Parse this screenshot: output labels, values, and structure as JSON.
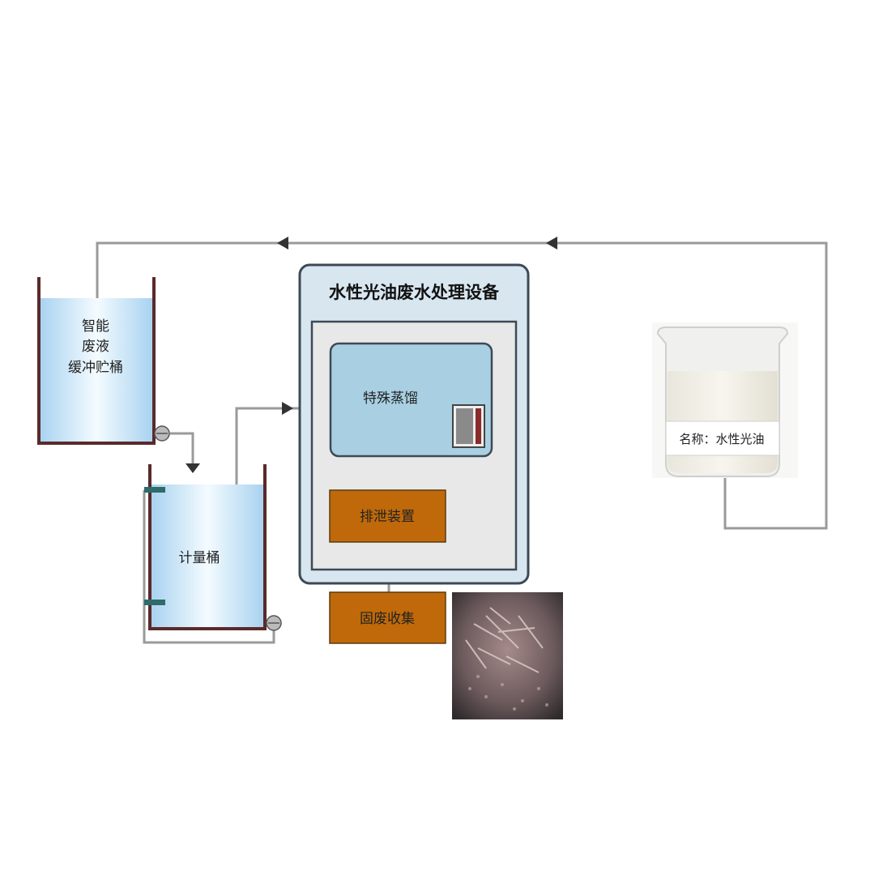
{
  "equipment": {
    "title": "水性光油废水处理设备",
    "distillation_label": "特殊蒸馏",
    "drain_label": "排泄装置"
  },
  "tanks": {
    "buffer": {
      "line1": "智能",
      "line2": "废液",
      "line3": "缓冲贮桶"
    },
    "metering": {
      "label": "计量桶"
    }
  },
  "solid_waste": {
    "label": "固废收集"
  },
  "sample": {
    "label": "名称：水性光油"
  },
  "colors": {
    "tank_wall": "#5a2a2a",
    "tank_liquid": "#cfe6f6",
    "pipe": "#9a9a9a",
    "equipment_frame": "#d8e6f0",
    "distillation_box": "#a8d0e2",
    "process_box": "#c0690a"
  }
}
